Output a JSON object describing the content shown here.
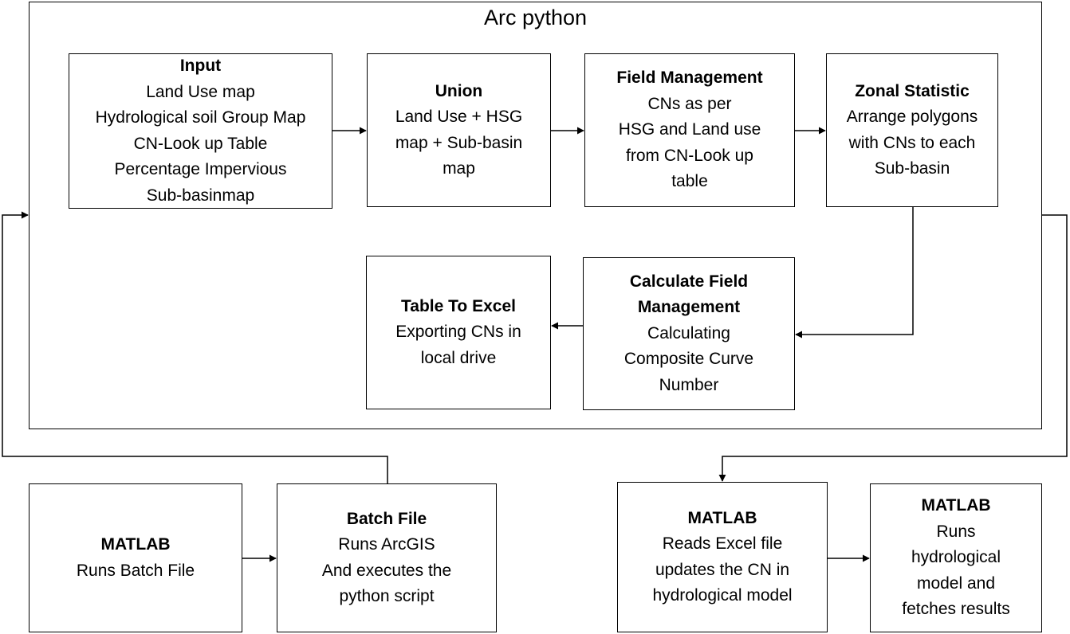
{
  "container": {
    "title": "Arc python"
  },
  "input": {
    "title": "Input",
    "lines": [
      "Land Use map",
      "Hydrological soil Group Map",
      "CN-Look up Table",
      "Percentage Impervious",
      "Sub-basinmap"
    ]
  },
  "union": {
    "title": "Union",
    "lines": [
      "Land Use + HSG",
      "map + Sub-basin",
      "map"
    ]
  },
  "field_management": {
    "title": "Field Management",
    "lines": [
      "CNs as per",
      "HSG and Land use",
      "from CN-Look up",
      "table"
    ]
  },
  "zonal_statistic": {
    "title": "Zonal Statistic",
    "lines": [
      "Arrange polygons",
      "with CNs to each",
      "Sub-basin"
    ]
  },
  "calculate_field": {
    "title_lines": [
      "Calculate Field",
      "Management"
    ],
    "lines": [
      "Calculating",
      "Composite Curve",
      "Number"
    ]
  },
  "table_to_excel": {
    "title": "Table To Excel",
    "lines": [
      "Exporting CNs in",
      "local drive"
    ]
  },
  "matlab_runs_batch": {
    "title": "MATLAB",
    "lines": [
      "Runs Batch File"
    ]
  },
  "batch_file": {
    "title": "Batch File",
    "lines": [
      "Runs ArcGIS",
      "And executes the",
      "python script"
    ]
  },
  "matlab_reads_excel": {
    "title": "MATLAB",
    "lines": [
      "Reads Excel file",
      "updates the CN in",
      "hydrological model"
    ]
  },
  "matlab_runs_model": {
    "title": "MATLAB",
    "lines": [
      "Runs",
      "hydrological",
      "model and",
      "fetches results"
    ]
  }
}
